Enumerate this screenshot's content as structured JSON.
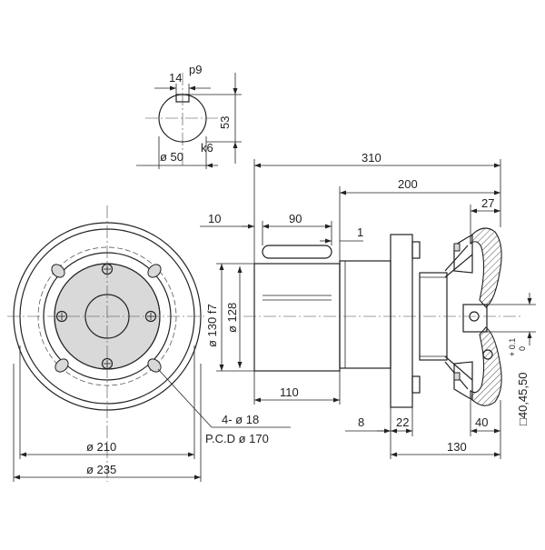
{
  "shaft_detail": {
    "keyway_width": "14",
    "keyway_tol": "p9",
    "keyway_depth": "53",
    "shaft_dia": "ø  50",
    "shaft_tol": "k6"
  },
  "front_view": {
    "holes": "4- ø 18",
    "pcd": "P.C.D  ø 170",
    "dia_inner": "ø 210",
    "dia_outer": "ø 235"
  },
  "side_view": {
    "overall_length": "310",
    "body_length": "200",
    "handwheel_width": "27",
    "key_offset": "10",
    "key_length": "90",
    "shoulder_gap": "1",
    "shaft_dia": "ø 130 f7",
    "body_dia": "ø 128",
    "shaft_length": "110",
    "flange_gap": "8",
    "flange_thickness": "22",
    "wheel_rim": "40",
    "flange_to_end": "130",
    "square": "□40,45,50",
    "square_tol_upper": "+ 0.1",
    "square_tol_lower": "0"
  }
}
